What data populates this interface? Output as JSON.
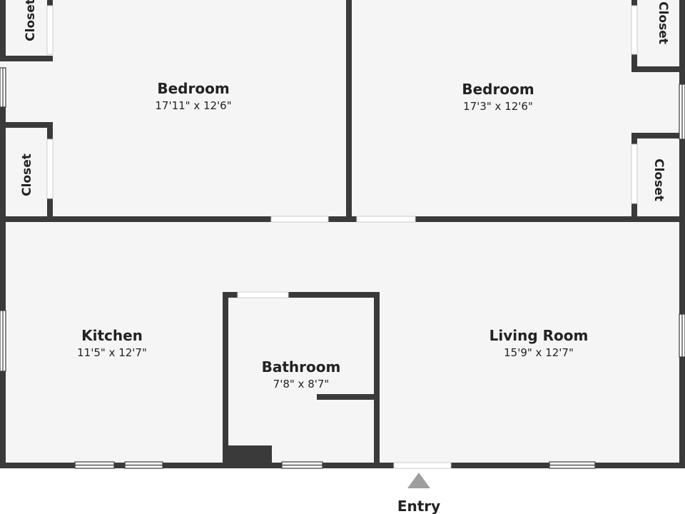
{
  "rooms": {
    "bedroom_left": {
      "name": "Bedroom",
      "dims": "17'11\" x 12'6\""
    },
    "bedroom_right": {
      "name": "Bedroom",
      "dims": "17'3\" x 12'6\""
    },
    "kitchen": {
      "name": "Kitchen",
      "dims": "11'5\" x 12'7\""
    },
    "bathroom": {
      "name": "Bathroom",
      "dims": "7'8\" x 8'7\""
    },
    "living_room": {
      "name": "Living Room",
      "dims": "15'9\" x 12'7\""
    }
  },
  "closets": {
    "top_left": "Closet",
    "mid_left": "Closet",
    "top_right": "Closet",
    "mid_right": "Closet"
  },
  "entry": {
    "label": "Entry"
  },
  "colors": {
    "wall": "#3a3a3a",
    "floor": "#f5f5f5",
    "opening": "#ffffff",
    "entry_marker": "#9e9e9e"
  }
}
